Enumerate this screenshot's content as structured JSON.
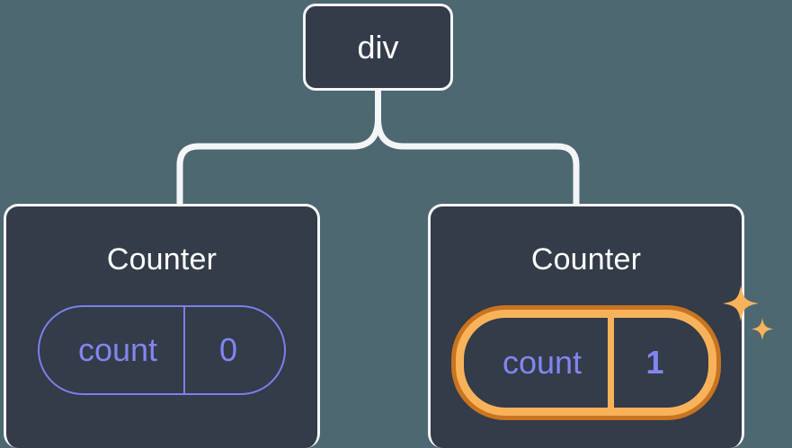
{
  "diagram": {
    "type": "component-tree",
    "background_color": "#4d6870",
    "node_fill": "#343b49",
    "node_border": "#f3f5f7",
    "connector_color": "#f3f5f7",
    "accent_state": "#8186ef",
    "accent_highlight_outer": "#c87420",
    "accent_highlight_inner": "#f8b35a"
  },
  "root": {
    "label": "div"
  },
  "children": [
    {
      "title": "Counter",
      "state": {
        "key": "count",
        "value": "0"
      },
      "highlighted": false,
      "sparkles": false
    },
    {
      "title": "Counter",
      "state": {
        "key": "count",
        "value": "1"
      },
      "highlighted": true,
      "sparkles": true
    }
  ],
  "icons": {
    "sparkle_large": "sparkle-icon",
    "sparkle_small": "sparkle-icon"
  }
}
